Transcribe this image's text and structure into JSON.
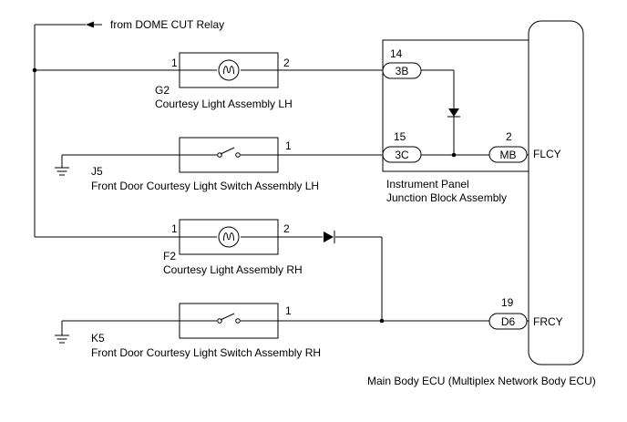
{
  "dome_cut_label": "from DOME CUT Relay",
  "courtesy_lh": {
    "code": "G2",
    "name": "Courtesy Light Assembly LH",
    "pin_left": "1",
    "pin_right": "2"
  },
  "switch_lh": {
    "code": "J5",
    "name": "Front Door Courtesy Light Switch Assembly LH",
    "pin": "1"
  },
  "courtesy_rh": {
    "code": "F2",
    "name": "Courtesy Light Assembly RH",
    "pin_left": "1",
    "pin_right": "2"
  },
  "switch_rh": {
    "code": "K5",
    "name": "Front Door Courtesy Light Switch Assembly RH",
    "pin": "1"
  },
  "junction_block": {
    "name_line1": "Instrument Panel",
    "name_line2": "Junction Block Assembly",
    "pin_3b_number": "14",
    "pin_3b_connector": "3B",
    "pin_3c_number": "15",
    "pin_3c_connector": "3C",
    "pin_mb_number": "2",
    "pin_mb_connector": "MB"
  },
  "ecu": {
    "name": "Main Body ECU (Multiplex Network Body ECU)",
    "flcy_signal": "FLCY",
    "frcy_signal": "FRCY",
    "d6_number": "19",
    "d6_connector": "D6"
  }
}
